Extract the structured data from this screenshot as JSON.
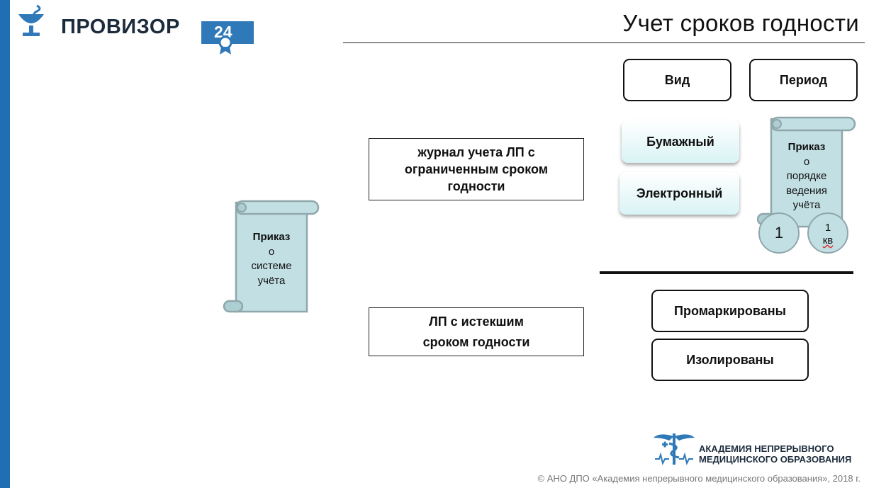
{
  "logo": {
    "brand": "ПРОВИЗОР",
    "number": "24"
  },
  "title": "Учет сроков годности",
  "center": {
    "journal": "журнал учета ЛП с ограниченным сроком годности",
    "expired": "ЛП с истекшим сроком годности"
  },
  "left_scroll": {
    "bold": "Приказ",
    "lines": [
      "о",
      "системе",
      "учёта"
    ]
  },
  "right": {
    "vid": "Вид",
    "period": "Период",
    "paper": "Бумажный",
    "electronic": "Электронный",
    "scroll": {
      "bold": "Приказ",
      "lines": [
        "о",
        "порядке",
        "ведения",
        "учёта"
      ]
    },
    "circle1": "1",
    "circle2_num": "1",
    "circle2_unit": "кв",
    "marked": "Промаркированы",
    "isolated": "Изолированы"
  },
  "academy": {
    "line1": "АКАДЕМИЯ НЕПРЕРЫВНОГО",
    "line2": "МЕДИЦИНСКОГО ОБРАЗОВАНИЯ"
  },
  "footer": "© АНО ДПО «Академия непрерывного медицинского образования», 2018 г.",
  "colors": {
    "accent": "#1f6fb2",
    "scroll_fill": "#c2dfe3",
    "scroll_stroke": "#8fa7ab"
  }
}
